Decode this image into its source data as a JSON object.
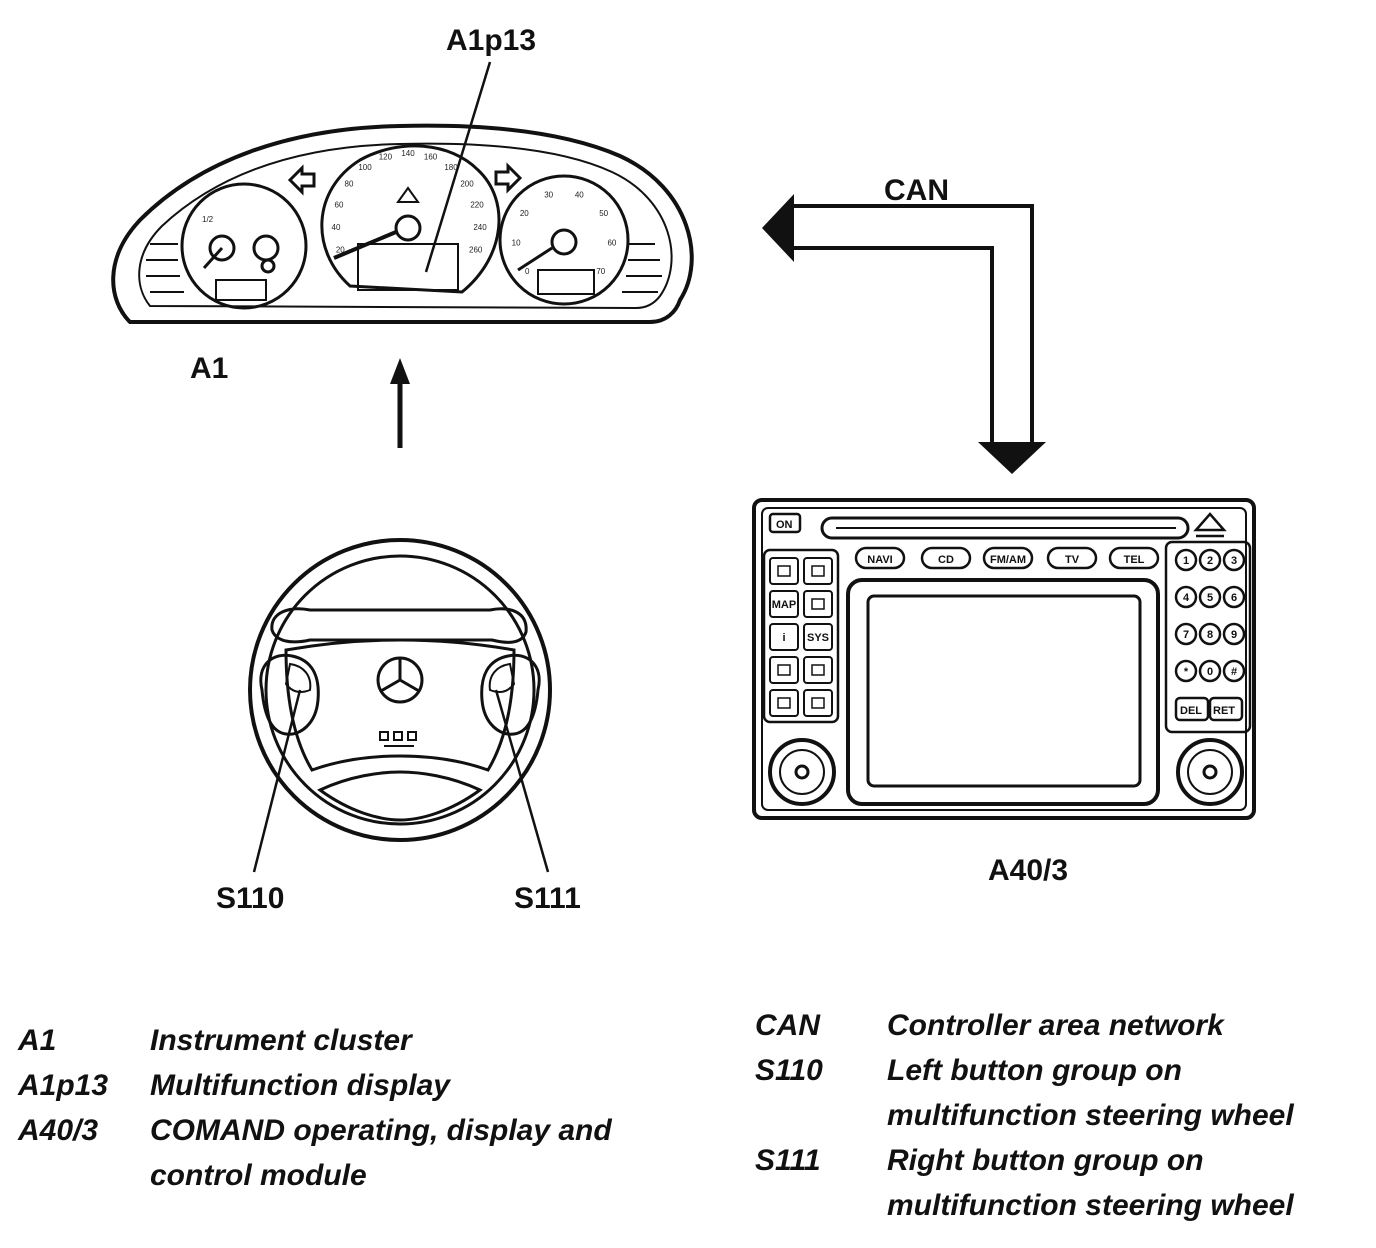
{
  "labels": {
    "a1p13": "A1p13",
    "a1": "A1",
    "can": "CAN",
    "a40_3": "A40/3",
    "s110": "S110",
    "s111": "S111"
  },
  "speedometer_ticks": [
    "20",
    "40",
    "60",
    "80",
    "100",
    "120",
    "140",
    "160",
    "180",
    "200",
    "220",
    "240",
    "260"
  ],
  "left_gauge_ticks": [
    "1/2"
  ],
  "tach_ticks": [
    "0",
    "10",
    "20",
    "30",
    "40",
    "50",
    "60",
    "70"
  ],
  "comand": {
    "on": "ON",
    "top_buttons": [
      "NAVI",
      "CD",
      "FM/AM",
      "TV",
      "TEL"
    ],
    "left_buttons": [
      "",
      "",
      "MAP",
      "",
      "i",
      "SYS",
      "",
      "",
      "",
      ""
    ],
    "keypad": [
      "1",
      "2",
      "3",
      "4",
      "5",
      "6",
      "7",
      "8",
      "9",
      "*",
      "0",
      "#"
    ],
    "del": "DEL",
    "ret": "RET"
  },
  "legend_left": [
    {
      "code": "A1",
      "desc": "Instrument cluster"
    },
    {
      "code": "A1p13",
      "desc": "Multifunction display"
    },
    {
      "code": "A40/3",
      "desc": "COMAND operating, display and"
    },
    {
      "code": "",
      "desc": "control module"
    }
  ],
  "legend_right": [
    {
      "code": "CAN",
      "desc": "Controller area network"
    },
    {
      "code": "S110",
      "desc": "Left button group on"
    },
    {
      "code": "",
      "desc": "multifunction steering wheel"
    },
    {
      "code": "S111",
      "desc": "Right button group on"
    },
    {
      "code": "",
      "desc": "multifunction steering wheel"
    }
  ]
}
